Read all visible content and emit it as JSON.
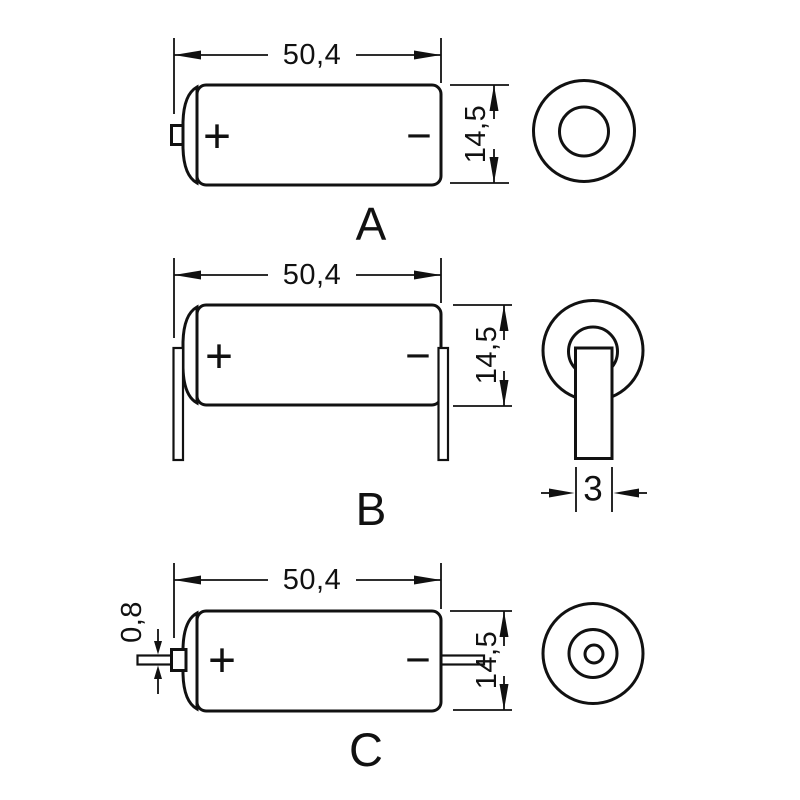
{
  "diagram": {
    "background": "#ffffff",
    "line_color": "#111111",
    "description": "battery-outline-drawing-three-terminal-variants",
    "variants": [
      {
        "label": "A",
        "length": "50,4",
        "diameter": "14,5",
        "positive": "+",
        "negative": "−"
      },
      {
        "label": "B",
        "length": "50,4",
        "diameter": "14,5",
        "tag_width": "3",
        "positive": "+",
        "negative": "−"
      },
      {
        "label": "C",
        "length": "50,4",
        "diameter": "14,5",
        "wire_diameter": "0,8",
        "positive": "+",
        "negative": "−"
      }
    ]
  }
}
